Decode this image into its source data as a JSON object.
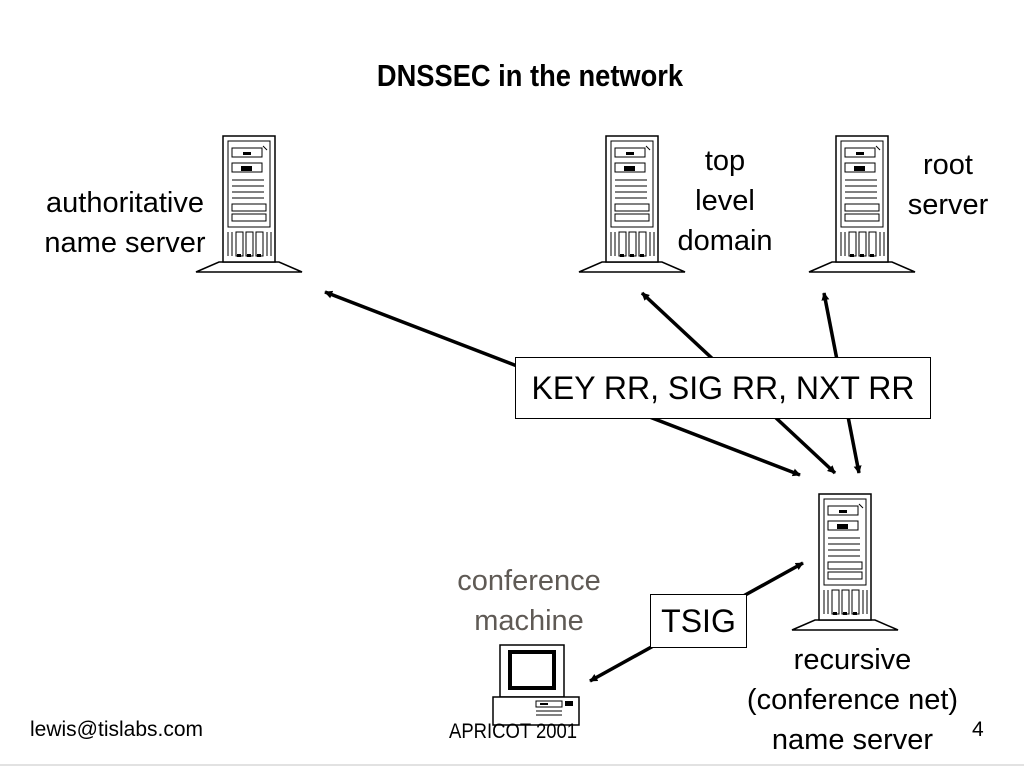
{
  "slide": {
    "title": "DNSSEC in the network",
    "footer_left": "lewis@tislabs.com",
    "footer_center": "APRICOT 2001",
    "page_number": "4"
  },
  "nodes": {
    "authoritative": {
      "line1": "authoritative",
      "line2": "name server"
    },
    "tld": {
      "line1": "top",
      "line2": "level",
      "line3": "domain"
    },
    "root": {
      "line1": "root",
      "line2": "server"
    },
    "recursive": {
      "line1": "recursive",
      "line2": "(conference net)",
      "line3": "name server"
    },
    "conference": {
      "line1": "conference",
      "line2": "machine",
      "color": "#5f5a55"
    }
  },
  "labels": {
    "records": "KEY RR, SIG RR, NXT RR",
    "tsig": "TSIG"
  }
}
